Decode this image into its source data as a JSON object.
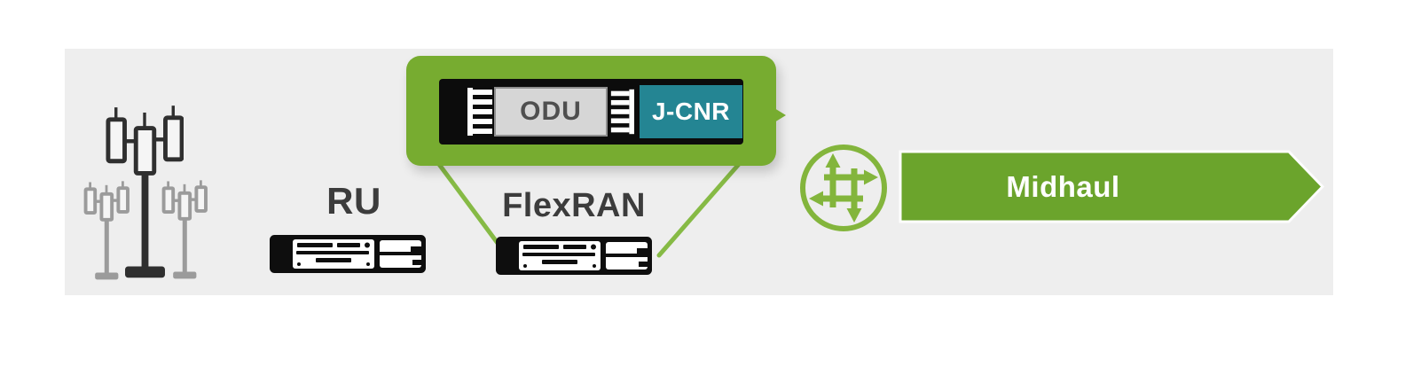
{
  "diagram": {
    "kind": "5G RAN network architecture diagram",
    "nodes": {
      "towers": {
        "icon": "cell-tower-icon"
      },
      "ru": {
        "label": "RU",
        "icon": "rack-server-icon"
      },
      "flexran": {
        "label": "FlexRAN",
        "icon": "rack-server-icon"
      },
      "router": {
        "icon": "juniper-networks-logo"
      }
    },
    "callout": {
      "odu_label": "ODU",
      "jcnr_label": "J-CNR",
      "icon": "server-chassis-zoom"
    },
    "banner": {
      "midhaul_label": "Midhaul",
      "shape": "right-arrow-banner"
    },
    "colors": {
      "callout_green": "#77ac30",
      "banner_green": "#6ba42c",
      "logo_green": "#83b53c",
      "connector_green": "#86ba45",
      "jcnr_teal": "#248593",
      "odu_gray": "#d6d6d6",
      "panel_gray": "#eeeeee",
      "chassis_black": "#0c0c0c",
      "label_dark": "#3c3c3c"
    }
  }
}
